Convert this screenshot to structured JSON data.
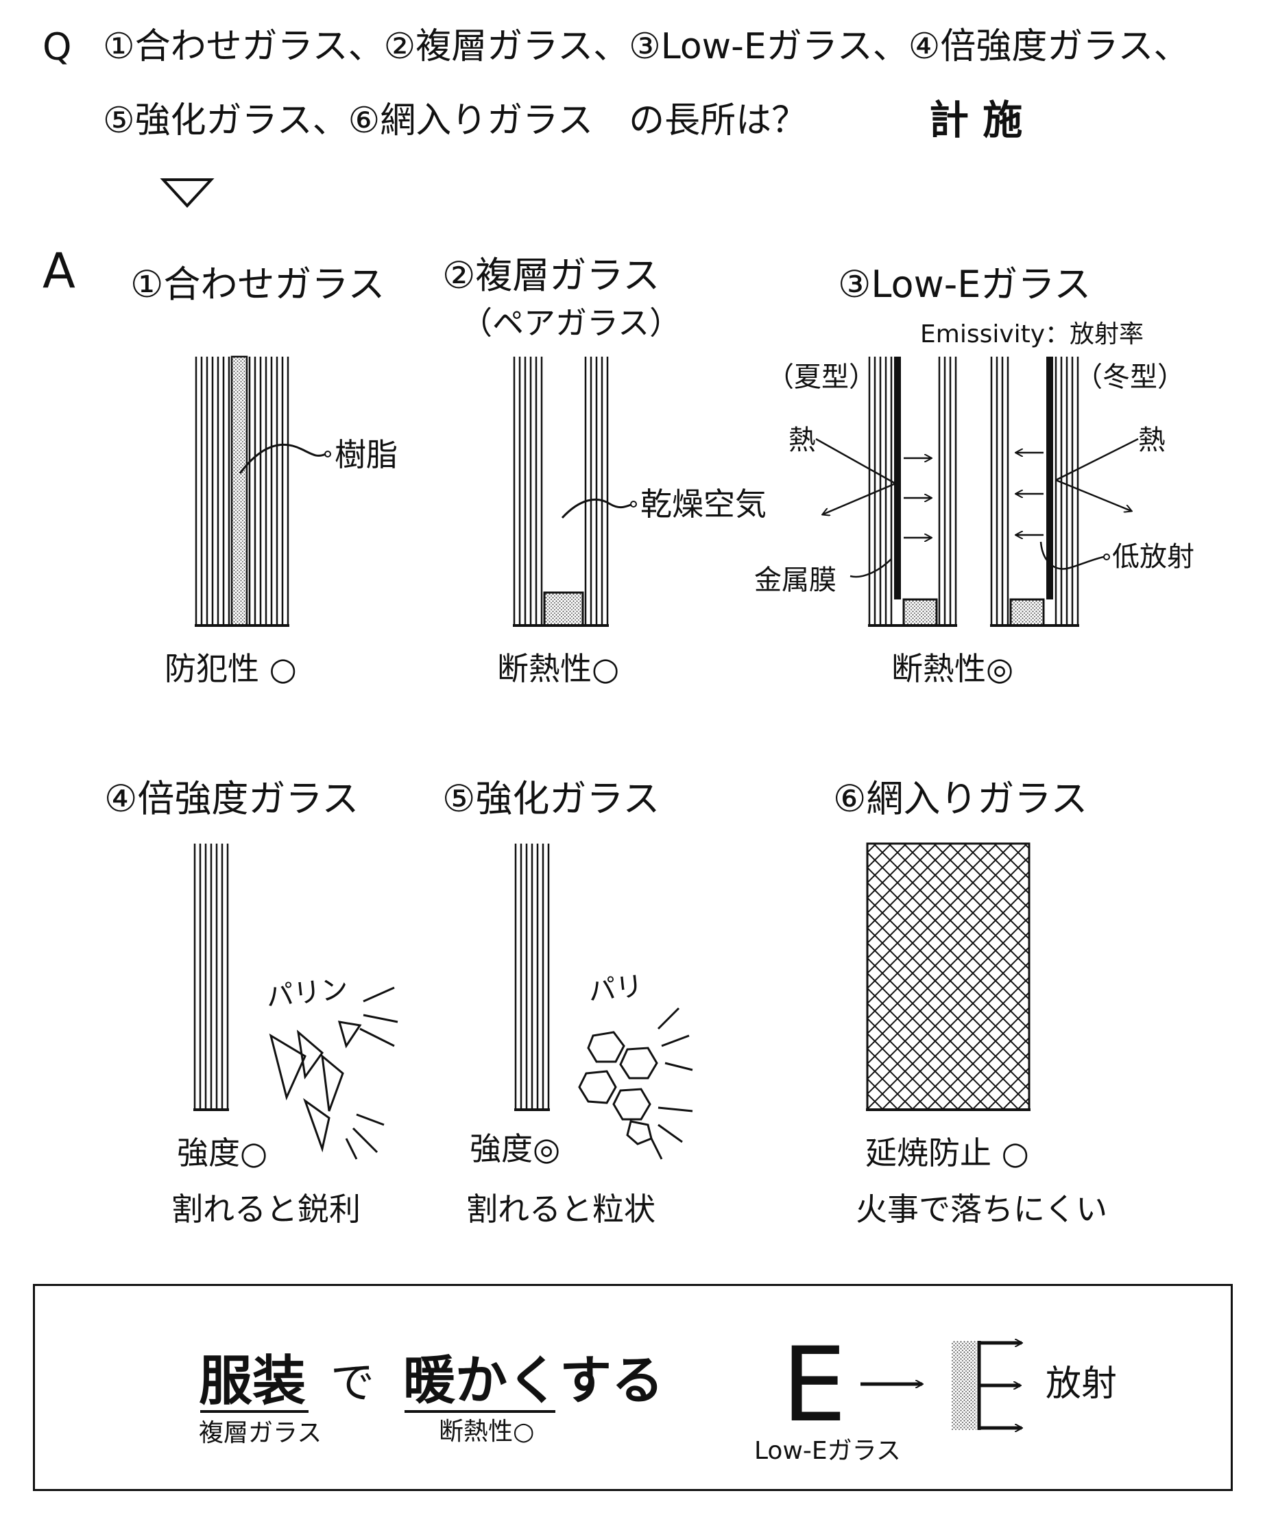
{
  "question": {
    "prefix": "Q",
    "line1": "①合わせガラス、②複層ガラス、③Low-Eガラス、④倍強度ガラス、",
    "line2": "⑤強化ガラス、⑥網入りガラス　の長所は？",
    "stamp": "計 施"
  },
  "answer_prefix": "A",
  "panels": {
    "laminated": {
      "title": "①合わせガラス",
      "annotation": "樹脂",
      "merit": "防犯性 ○"
    },
    "double": {
      "title": "②複層ガラス",
      "subtitle": "（ペアガラス）",
      "annotation": "乾燥空気",
      "merit": "断熱性○"
    },
    "lowe": {
      "title": "③Low-Eガラス",
      "emissivity_note": "Emissivity：放射率",
      "summer": "（夏型）",
      "winter": "（冬型）",
      "heat_left": "熱",
      "heat_right": "熱",
      "metal_film": "金属膜",
      "low_emission": "低放射",
      "merit": "断熱性◎"
    },
    "heat_strengthened": {
      "title": "④倍強度ガラス",
      "sound": "パリン",
      "merit1": "強度○",
      "merit2": "割れると鋭利"
    },
    "tempered": {
      "title": "⑤強化ガラス",
      "sound": "パリ",
      "merit1": "強度◎",
      "merit2": "割れると粒状"
    },
    "wired": {
      "title": "⑥網入りガラス",
      "merit1": "延焼防止 ○",
      "merit2": "火事で落ちにくい"
    }
  },
  "mnemonic": {
    "word1": "服装",
    "word1_sub": "複層ガラス",
    "particle": "で",
    "word2": "暖かくする",
    "word2_sub": "断熱性○",
    "letter": "E",
    "letter_sub": "Low-Eガラス",
    "radiate": "放射"
  }
}
